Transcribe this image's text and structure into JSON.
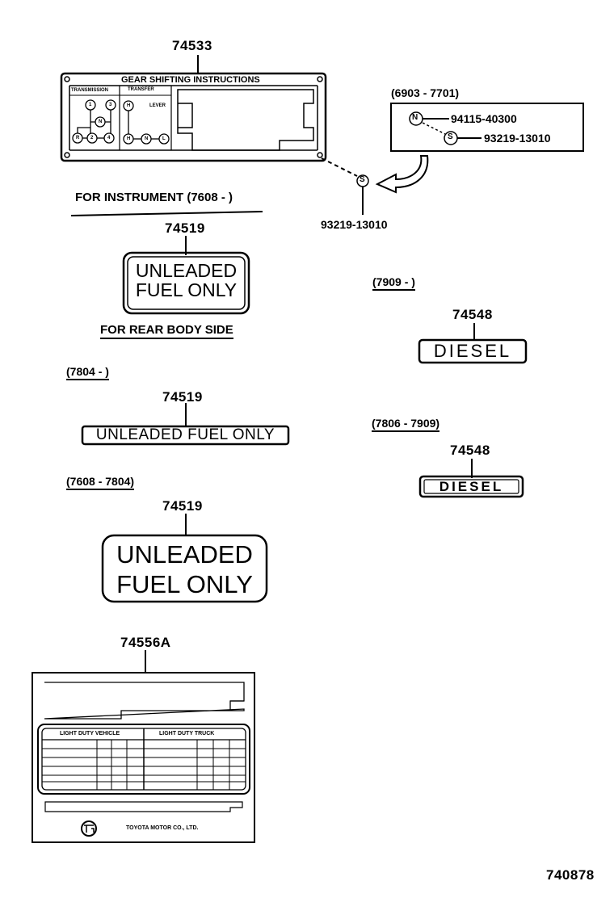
{
  "parts": {
    "gear_plate": "74533",
    "plate_title": "GEAR SHIFTING INSTRUCTIONS",
    "transmission_label": "TRANSMISSION",
    "transfer_label": "TRANSFER",
    "lever_label": "LEVER",
    "trans_positions": [
      "1",
      "3",
      "N",
      "R",
      "2",
      "4"
    ],
    "transfer_positions": [
      "H",
      "H",
      "N",
      "L"
    ],
    "screw_range": "(6903 - 7701)",
    "nut_symbol": "N",
    "screw_symbol": "S",
    "nut_part": "94115-40300",
    "screw_part": "93219-13010",
    "screw_part_bottom": "93219-13010",
    "instrument_note": "FOR INSTRUMENT (7608 -      )",
    "unleaded_1_part": "74519",
    "unleaded_1_line1": "UNLEADED",
    "unleaded_1_line2": "FUEL ONLY",
    "rear_body_note": "FOR REAR BODY SIDE",
    "range_7804": "(7804 -       )",
    "unleaded_2_part": "74519",
    "unleaded_2_text": "UNLEADED FUEL ONLY",
    "range_7608_7804": "(7608 - 7804)",
    "unleaded_3_part": "74519",
    "unleaded_3_line1": "UNLEADED",
    "unleaded_3_line2": "FUEL ONLY",
    "range_7909": "(7909 -       )",
    "diesel_1_part": "74548",
    "diesel_1_text": "DIESEL",
    "range_7806_7909": "(7806 - 7909)",
    "diesel_2_part": "74548",
    "diesel_2_text": "DIESEL",
    "emission_part": "74556A",
    "ldv_label": "LIGHT DUTY VEHICLE",
    "ldt_label": "LIGHT DUTY TRUCK",
    "maker": "TOYOTA MOTOR CO., LTD.",
    "diagram_id": "740878"
  }
}
